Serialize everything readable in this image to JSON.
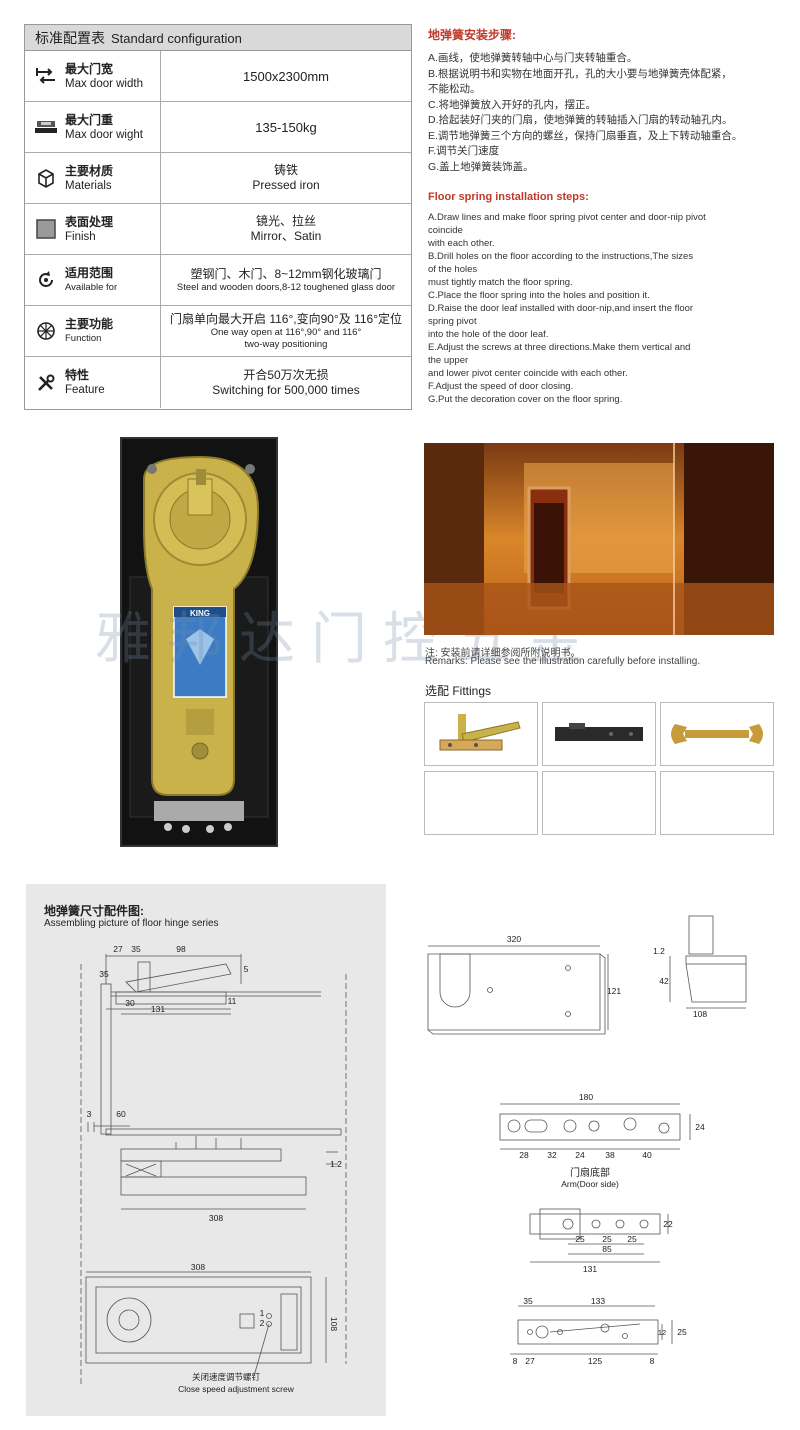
{
  "config": {
    "title_cn": "标准配置表",
    "title_en": "Standard configuration",
    "rows": [
      {
        "cn": "最大门宽",
        "en": "Max door width",
        "icon": "width-arrows-icon",
        "lines": [
          "1500x2300mm"
        ]
      },
      {
        "cn": "最大门重",
        "en": "Max door wight",
        "icon": "scale-icon",
        "lines": [
          "135-150kg"
        ]
      },
      {
        "cn": "主要材质",
        "en": "Materials",
        "icon": "cube-icon",
        "lines": [
          "铸铁",
          "Pressed iron"
        ]
      },
      {
        "cn": "表面处理",
        "en": "Finish",
        "icon": "gray-square-icon",
        "lines": [
          "镜光、拉丝",
          "Mirror、Satin"
        ]
      },
      {
        "cn": "适用范围",
        "en": "Available for",
        "icon": "circular-arrow-icon",
        "lines": [
          "塑钢门、木门、8~12mm钢化玻璃门",
          "Steel and wooden doors,8-12 toughened glass door"
        ]
      },
      {
        "cn": "主要功能",
        "en": "Function",
        "icon": "wheel-icon",
        "lines": [
          "门扇单向最大开启 116°,变向90°及 116°定位",
          "One way open at 116°,90° and 116°",
          "two-way positioning"
        ]
      },
      {
        "cn": "特性",
        "en": "Feature",
        "icon": "tools-icon",
        "lines": [
          "开合50万次无损",
          "Switching for 500,000 times"
        ]
      }
    ]
  },
  "install": {
    "title_cn": "地弹簧安装步骤:",
    "steps_cn": [
      "A.画线，使地弹簧转轴中心与门夹转轴重合。",
      "B.根据说明书和实物在地面开孔，孔的大小要与地弹簧壳体配紧，",
      "不能松动。",
      "C.将地弹簧放入开好的孔内，摆正。",
      "D.拾起装好门夹的门扇，使地弹簧的转轴插入门扇的转动轴孔内。",
      "E.调节地弹簧三个方向的螺丝，保持门扇垂直，及上下转动轴重合。",
      "F.调节关门速度",
      "G.盖上地弹簧装饰盖。"
    ],
    "title_en": "Floor spring installation steps:",
    "steps_en": [
      "A.Draw lines and make floor spring pivot center and door-nip pivot",
      "coincide",
      "   with each other.",
      "B.Drill holes on the floor according to the instructions,The sizes",
      "of the holes",
      "   must tightly match the floor spring.",
      "C.Place the floor spring into the holes and position it.",
      "D.Raise the door leaf installed with door-nip,and insert the floor",
      "spring pivot",
      "   into the hole of the door leaf.",
      "E.Adjust the screws at three directions.Make them vertical and",
      "the upper",
      "   and lower pivot center coincide with each other.",
      "F.Adjust the speed of door closing.",
      "G.Put the decoration cover on the floor spring."
    ]
  },
  "product": {
    "label": "KING",
    "watermark": "雅邦达门控五金"
  },
  "remarks": {
    "cn": "注: 安装前请详细参阅所附说明书。",
    "en": "Remarks: Please see the illustration carefully before installing."
  },
  "fittings": {
    "label": "选配 Fittings",
    "items": [
      "pivot-arm-icon",
      "strike-plate-icon",
      "wrench-icon",
      "",
      "",
      ""
    ]
  },
  "assembly": {
    "title_cn": "地弹簧尺寸配件图:",
    "title_en": "Assembling picture of floor hinge series",
    "dims": {
      "d27": "27",
      "d35a": "35",
      "d98": "98",
      "d35b": "35",
      "d5": "5",
      "d30": "30",
      "d131": "131",
      "d11": "11",
      "d3": "3",
      "d60": "60",
      "d12": "1.2",
      "d308a": "308",
      "d308b": "308",
      "d108": "108"
    },
    "screw_cn": "关闭速度调节螺钉",
    "screw_en": "Close speed adjustment screw",
    "screw_nums": [
      "1",
      "2"
    ]
  },
  "drawings": {
    "box": {
      "w": "320",
      "h": "121"
    },
    "side": {
      "d12": "1.2",
      "d42": "42",
      "d108": "108"
    },
    "arm": {
      "w": "180",
      "h": "24",
      "segs": [
        "28",
        "32",
        "24",
        "38",
        "40"
      ],
      "label_cn": "门扇底部",
      "label_en": "Arm(Door side)"
    },
    "plate1": {
      "d22": "22",
      "segs": [
        "25",
        "25",
        "25"
      ],
      "d85": "85",
      "d131": "131"
    },
    "plate2": {
      "d35": "35",
      "d133": "133",
      "d12": "12",
      "d25": "25",
      "d8a": "8",
      "d27": "27",
      "d125": "125",
      "d8b": "8"
    }
  }
}
